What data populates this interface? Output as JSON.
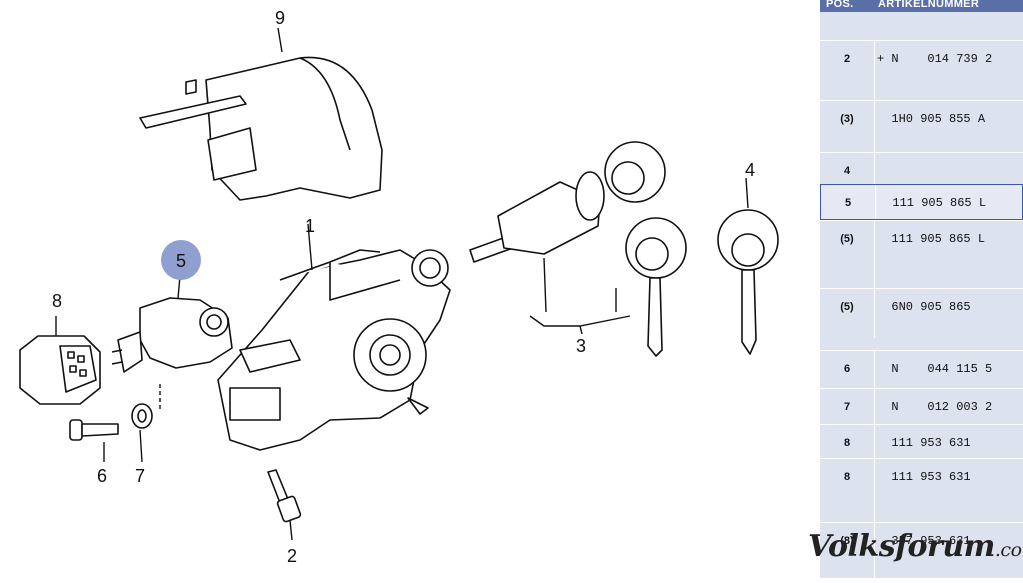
{
  "diagram": {
    "callouts": [
      "9",
      "1",
      "3",
      "4",
      "5",
      "8",
      "6",
      "7",
      "2"
    ]
  },
  "table": {
    "headers": {
      "pos": "POS.",
      "article": "ARTIKELNUMMER"
    },
    "rows": [
      {
        "pos": "2",
        "article": "+ N    014 739 2"
      },
      {
        "pos": "(3)",
        "article": "  1H0 905 855 A"
      },
      {
        "pos": "4",
        "article": ""
      },
      {
        "pos": "5",
        "article": "  111 905 865 L"
      },
      {
        "pos": "(5)",
        "article": "  111 905 865 L"
      },
      {
        "pos": "(5)",
        "article": "  6N0 905 865"
      },
      {
        "pos": "6",
        "article": "  N    044 115 5"
      },
      {
        "pos": "7",
        "article": "  N    012 003 2"
      },
      {
        "pos": "8",
        "article": "  111 953 631"
      },
      {
        "pos": "8",
        "article": "  111 953 631"
      },
      {
        "pos": "(8)",
        "article": "  357 953 631"
      }
    ],
    "selected_index": 3
  },
  "watermark": {
    "main": "Volksforum",
    "suffix": ".com"
  },
  "colors": {
    "header_bg": "#5a6fa8",
    "panel_bg": "#dde3ee",
    "selected_border": "#3f55a6",
    "highlight_badge": "#8f9fd0"
  }
}
